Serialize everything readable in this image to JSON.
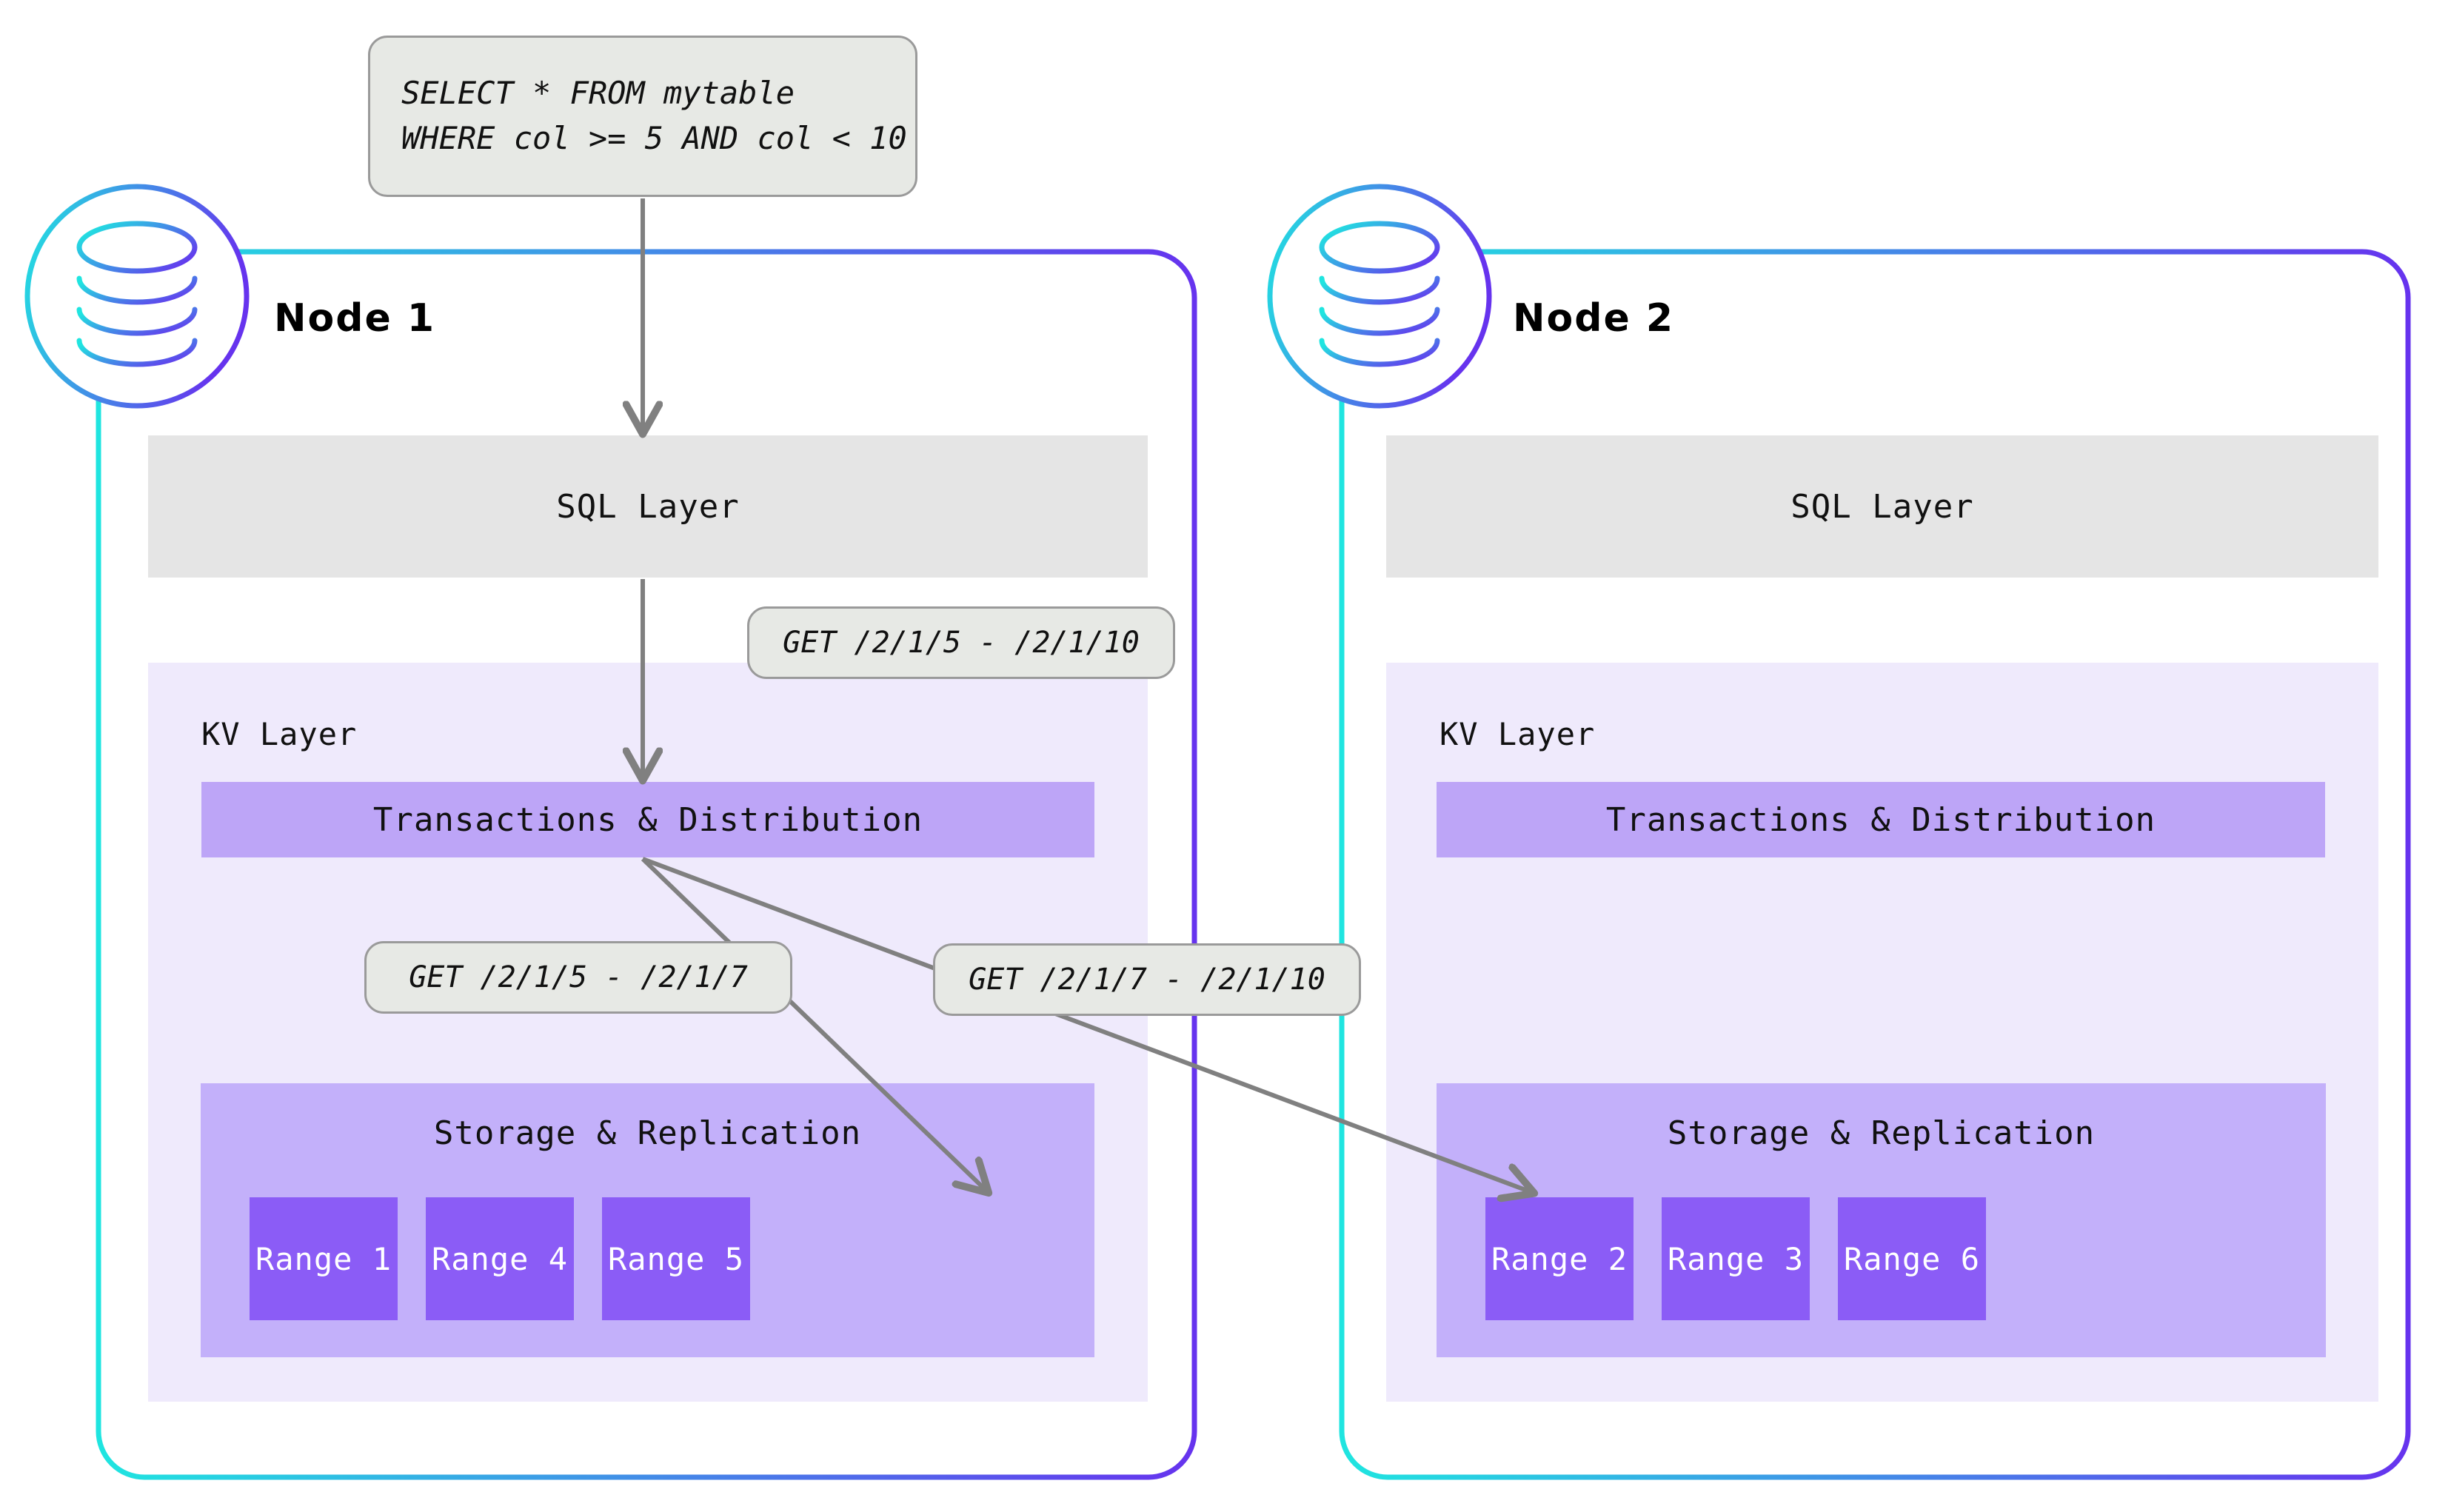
{
  "query_box": {
    "name": "sql-query-callout",
    "lines": [
      "SELECT * FROM mytable",
      "WHERE col >= 5 AND col < 10"
    ]
  },
  "colors": {
    "node_border_start": "#1FE5E0",
    "node_border_end": "#6633EE",
    "sql_layer_bg": "#E5E5E5",
    "kv_layer_bg": "#EFEAFC",
    "txn_band_bg": "#BDA5F7",
    "storage_band_bg": "#C3B0FA",
    "range_box_bg": "#8B5CF6",
    "range_text": "#FFFFFF",
    "callout_bg": "#E7E9E5",
    "callout_border": "#9A9A9A",
    "arrow": "#808080",
    "text": "#111111"
  },
  "nodes": [
    {
      "id": "node-1",
      "title": "Node 1",
      "icon": "database-icon",
      "sql_layer_label": "SQL Layer",
      "kv_layer_label": "KV Layer",
      "transactions_label": "Transactions & Distribution",
      "storage_label": "Storage & Replication",
      "ranges": [
        "Range 1",
        "Range 4",
        "Range 5"
      ]
    },
    {
      "id": "node-2",
      "title": "Node 2",
      "icon": "database-icon",
      "sql_layer_label": "SQL Layer",
      "kv_layer_label": "KV Layer",
      "transactions_label": "Transactions & Distribution",
      "storage_label": "Storage & Replication",
      "ranges": [
        "Range 2",
        "Range 3",
        "Range 6"
      ]
    }
  ],
  "callouts": [
    {
      "id": "get-full-range",
      "text": "GET /2/1/5 - /2/1/10"
    },
    {
      "id": "get-left-range",
      "text": "GET /2/1/5 - /2/1/7"
    },
    {
      "id": "get-right-range",
      "text": "GET /2/1/7 - /2/1/10"
    }
  ],
  "arrows": [
    {
      "id": "query-to-sql-layer",
      "from": "sql-query-callout",
      "to": "node-1-sql-layer"
    },
    {
      "id": "sql-to-transactions",
      "from": "node-1-sql-layer",
      "to": "node-1-transactions"
    },
    {
      "id": "transactions-to-range-5",
      "from": "node-1-transactions",
      "to": "node-1-range-5"
    },
    {
      "id": "transactions-to-range-2",
      "from": "node-1-transactions",
      "to": "node-2-range-2"
    }
  ]
}
